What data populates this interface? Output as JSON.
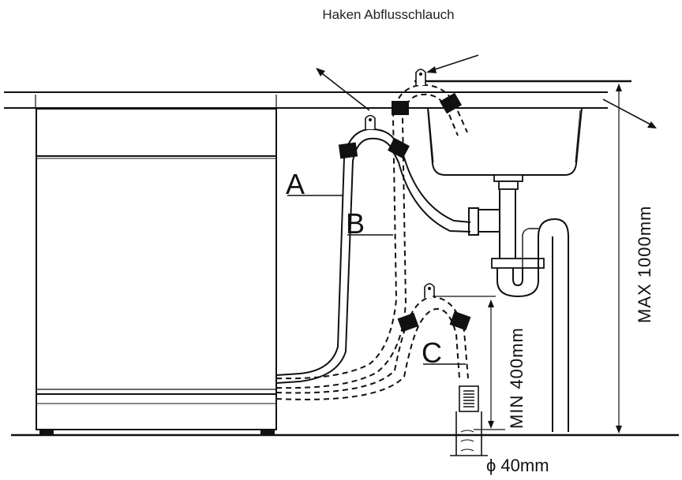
{
  "diagram": {
    "title": "Haken Abflusschlauch",
    "labels": {
      "a": "A",
      "b": "B",
      "c": "C"
    },
    "dimensions": {
      "max_height": "MAX 1000mm",
      "min_height": "MIN 400mm",
      "pipe_diameter": "ϕ 40mm"
    },
    "colors": {
      "line": "#111111",
      "background": "#ffffff",
      "clamp": "#111111"
    }
  }
}
